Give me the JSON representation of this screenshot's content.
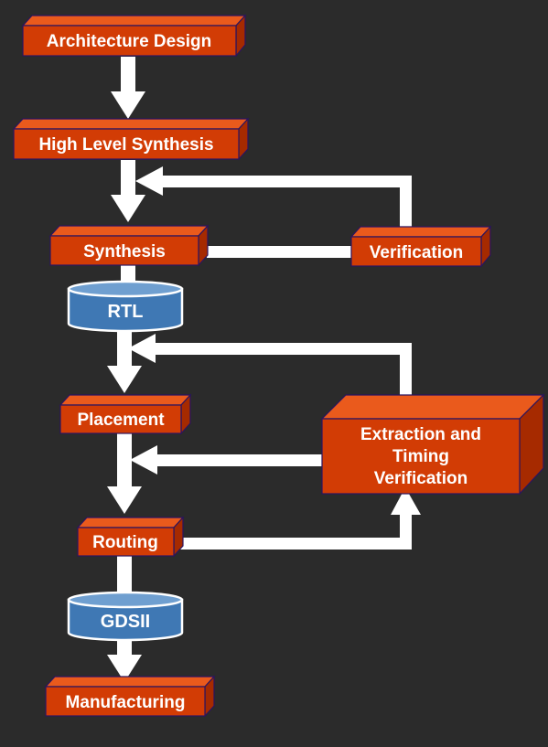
{
  "nodes": {
    "architecture_design": "Architecture Design",
    "high_level_synthesis": "High Level Synthesis",
    "synthesis": "Synthesis",
    "verification": "Verification",
    "rtl": "RTL",
    "placement": "Placement",
    "extraction_line1": "Extraction and",
    "extraction_line2": "Timing",
    "extraction_line3": "Verification",
    "routing": "Routing",
    "gdsii": "GDSII",
    "manufacturing": "Manufacturing"
  },
  "colors": {
    "background": "#2b2b2b",
    "box_front": "#d23c05",
    "box_top": "#ea5a1c",
    "box_side": "#a62a00",
    "box_border": "#2a1460",
    "cylinder": "#3f78b4",
    "cylinder_top": "#6f9fd0",
    "connector": "#ffffff"
  }
}
